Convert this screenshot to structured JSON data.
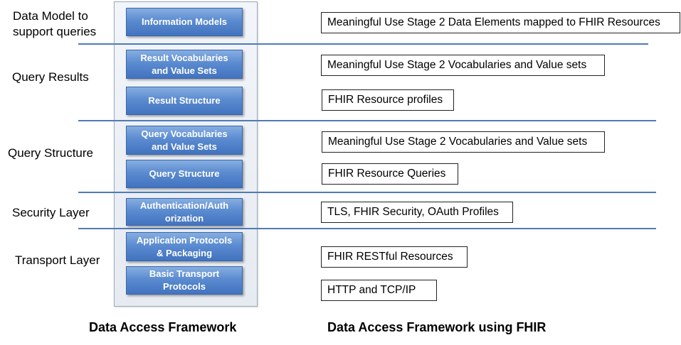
{
  "layers": [
    {
      "label": "Data Model to\nsupport queries"
    },
    {
      "label": "Query Results"
    },
    {
      "label": "Query Structure"
    },
    {
      "label": "Security Layer"
    },
    {
      "label": "Transport Layer"
    }
  ],
  "framework_blocks": [
    {
      "label": "Information Models"
    },
    {
      "label": "Result Vocabularies\nand Value Sets"
    },
    {
      "label": "Result Structure"
    },
    {
      "label": "Query Vocabularies\nand Value Sets"
    },
    {
      "label": "Query Structure"
    },
    {
      "label": "Authentication/Auth\norization"
    },
    {
      "label": "Application Protocols\n& Packaging"
    },
    {
      "label": "Basic Transport\nProtocols"
    }
  ],
  "fhir_boxes": [
    {
      "label": "Meaningful Use Stage 2 Data Elements mapped to FHIR Resources"
    },
    {
      "label": "Meaningful Use Stage 2 Vocabularies and Value sets"
    },
    {
      "label": "FHIR Resource profiles"
    },
    {
      "label": "Meaningful Use Stage 2 Vocabularies and Value sets"
    },
    {
      "label": "FHIR Resource Queries"
    },
    {
      "label": "TLS, FHIR Security, OAuth Profiles"
    },
    {
      "label": "FHIR RESTful Resources"
    },
    {
      "label": "HTTP and TCP/IP"
    }
  ],
  "captions": {
    "left": "Data Access Framework",
    "right": "Data Access Framework using FHIR"
  }
}
